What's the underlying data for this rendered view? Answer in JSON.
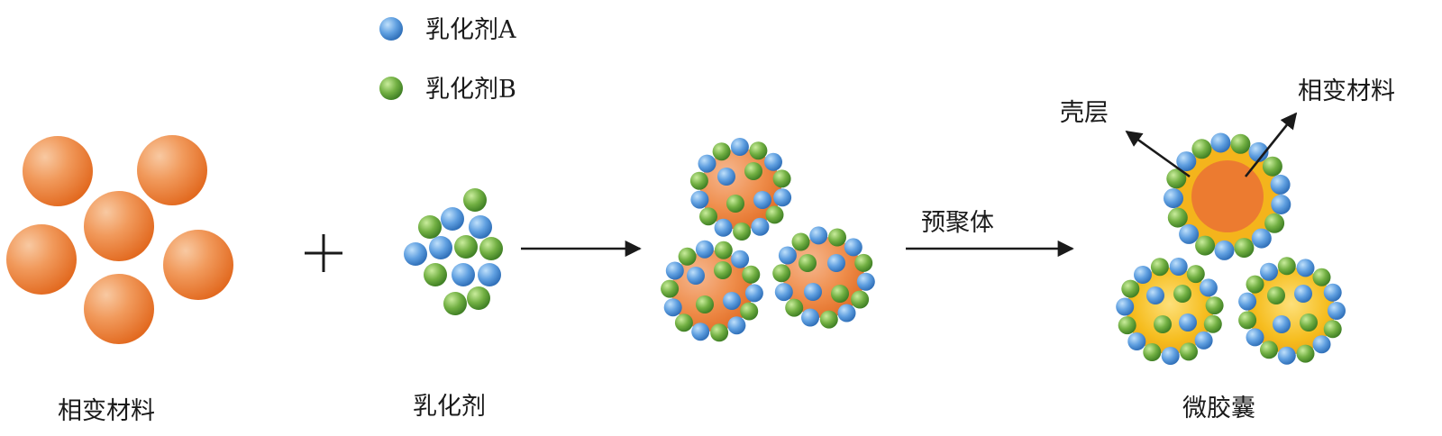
{
  "legend": {
    "emulsifier_a": "乳化剂A",
    "emulsifier_b": "乳化剂B"
  },
  "labels": {
    "phase_change_material": "相变材料",
    "emulsifier": "乳化剂",
    "prepolymer": "预聚体",
    "microcapsule": "微胶囊",
    "shell": "壳层",
    "core_material": "相变材料",
    "plus": "+"
  },
  "colors": {
    "emulsifier_a": "#4a90d9",
    "emulsifier_b": "#6aaa3a",
    "phase_change": "#ec7b30",
    "shell": "#f5b81e",
    "arrow": "#1a1a1a"
  }
}
